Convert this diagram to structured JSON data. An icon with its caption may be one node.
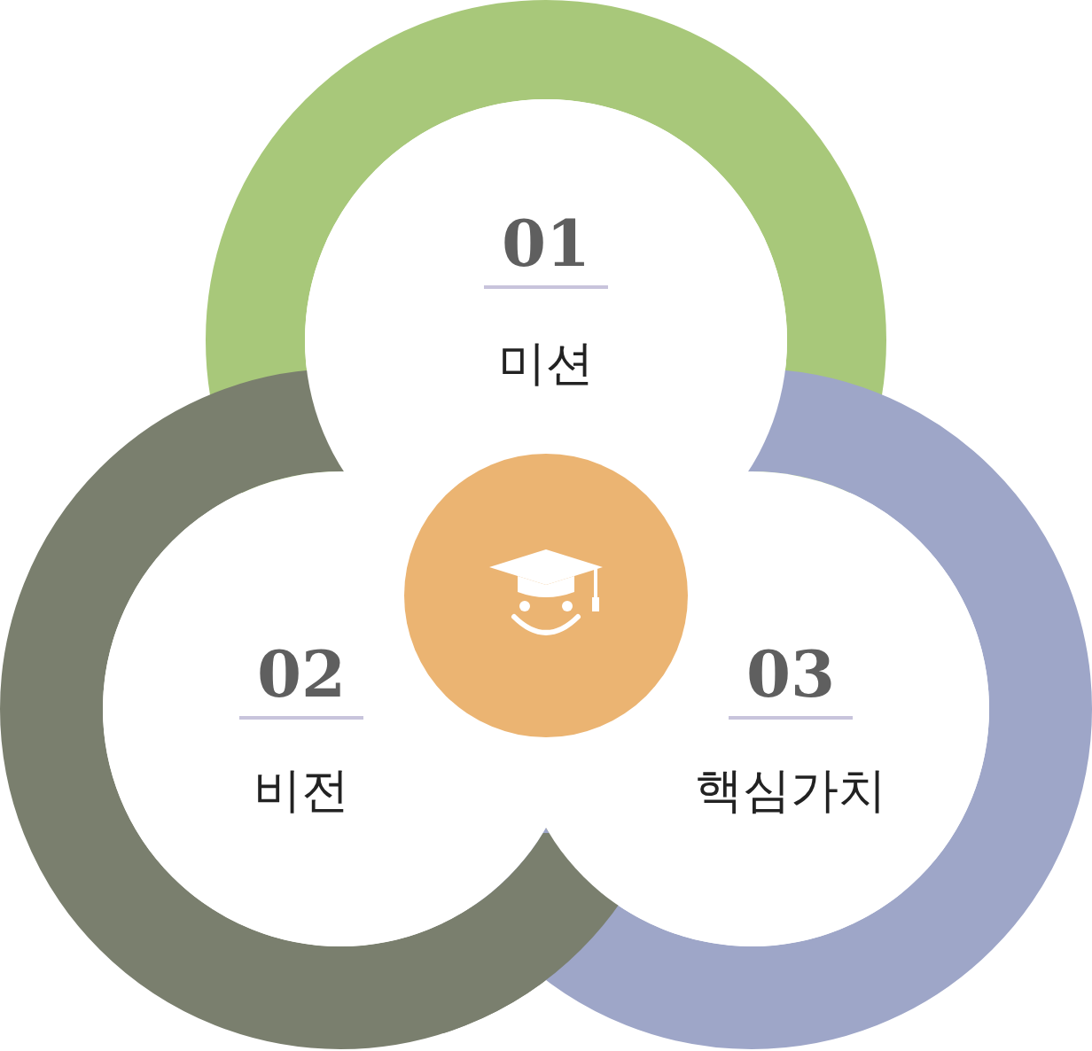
{
  "diagram": {
    "nodes": [
      {
        "text": [
          "01",
          "미션"
        ]
      },
      {
        "text": [
          "02",
          "비전"
        ]
      },
      {
        "text": [
          "03",
          "핵심가치"
        ]
      },
      {
        "text": [],
        "shape": "circle"
      }
    ]
  }
}
